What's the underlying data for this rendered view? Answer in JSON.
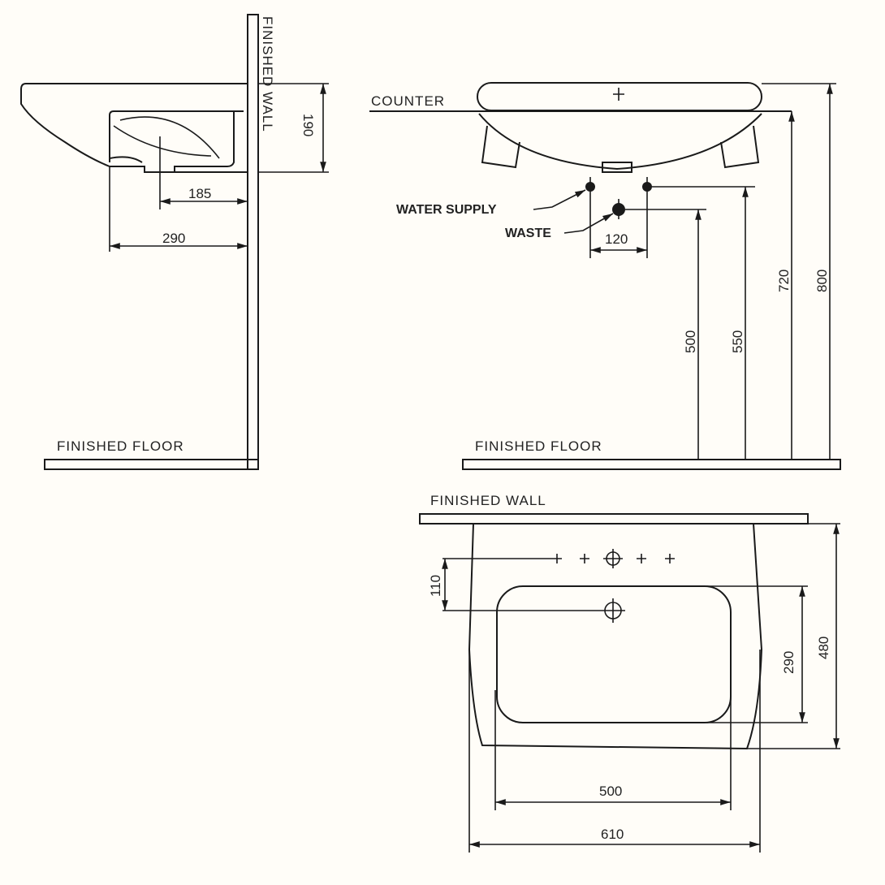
{
  "side_view": {
    "wall_label": "FINISHED WALL",
    "floor_label": "FINISHED FLOOR",
    "dim_height": "190",
    "dim_waste_to_wall": "185",
    "dim_depth": "290"
  },
  "front_view": {
    "counter_label": "COUNTER",
    "water_supply_label": "WATER SUPPLY",
    "waste_label": "WASTE",
    "floor_label": "FINISHED FLOOR",
    "dim_supply_spacing": "120",
    "dim_waste_height": "500",
    "dim_supply_height": "550",
    "dim_counter_height": "720",
    "dim_top_height": "800"
  },
  "plan_view": {
    "wall_label": "FINISHED WALL",
    "dim_tap_to_overflow": "110",
    "dim_bowl_depth": "290",
    "dim_overall_depth": "480",
    "dim_bowl_width": "500",
    "dim_overall_width": "610"
  },
  "colors": {
    "line": "#1a1a1a",
    "background": "#fffdf8"
  }
}
